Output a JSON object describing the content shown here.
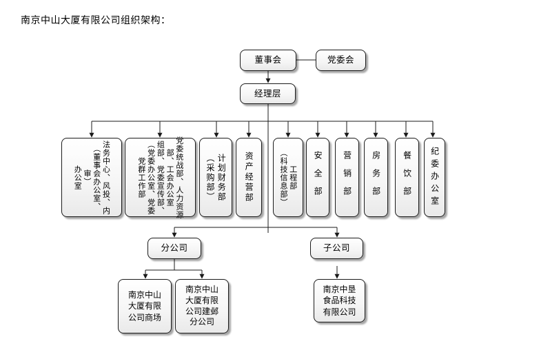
{
  "title": "南京中山大厦有限公司组织架构：",
  "nodes": {
    "board": "董事会",
    "party_committee": "党委会",
    "management": "经理层",
    "dept_legal": "法务中心、风投、内\n（董事会办公室、\n审）\n办公室",
    "dept_party": "党委统战部、人力资源\n部、工会办公室\n组部、党委宣传部、\n（党委办公室、党委\n党群工作部",
    "dept_finance": "计划财务部\n（采购部）",
    "dept_asset": "资产经营部",
    "dept_engineering": "工程部\n（科技信息部）",
    "dept_safety": "安全部",
    "dept_marketing": "营销部",
    "dept_housing": "房务部",
    "dept_catering": "餐饮部",
    "dept_discipline": "纪委办公室",
    "branch": "分公司",
    "subsidiary": "子公司",
    "branch_mall": "南京中山\n大厦有限\n公司商场",
    "branch_post": "南京中山\n大厦有限\n公司建邺\n分公司",
    "sub_food": "南京中垦\n食品科技\n有限公司"
  },
  "colors": {
    "line": "#1a1a1a",
    "box_border": "#1a1a1a",
    "box_fill": "#f5f5f5"
  }
}
